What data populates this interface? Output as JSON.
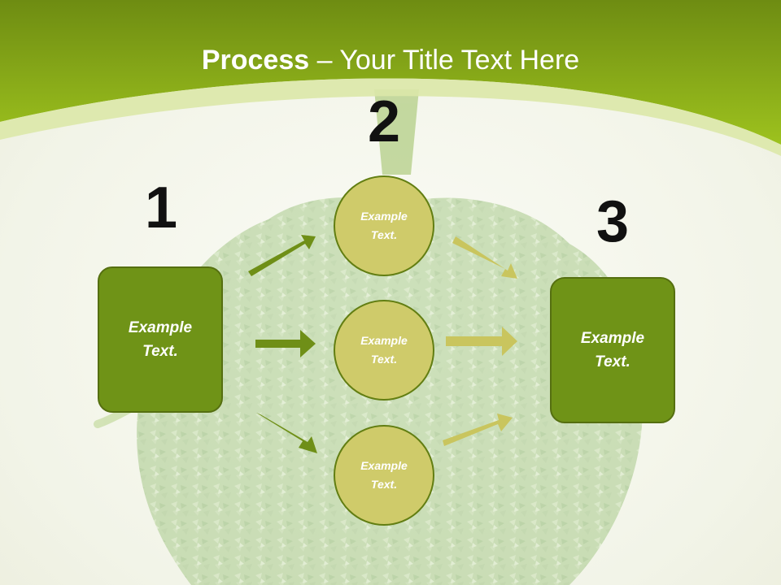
{
  "header": {
    "title_bold": "Process",
    "title_rest": " – Your Title Text Here"
  },
  "steps": {
    "n1": "1",
    "n2": "2",
    "n3": "3"
  },
  "boxes": {
    "left": "Example Text.",
    "right": "Example Text."
  },
  "circles": [
    "Example Text.",
    "Example Text.",
    "Example Text."
  ],
  "colors": {
    "header_green": "#8fb51a",
    "box_green": "#6f9317",
    "circle_fill": "#cfcb6a",
    "arrow_dark": "#6f8f17",
    "arrow_light": "#c9c55e"
  },
  "icons": {
    "background": "leafy-apple-image"
  }
}
